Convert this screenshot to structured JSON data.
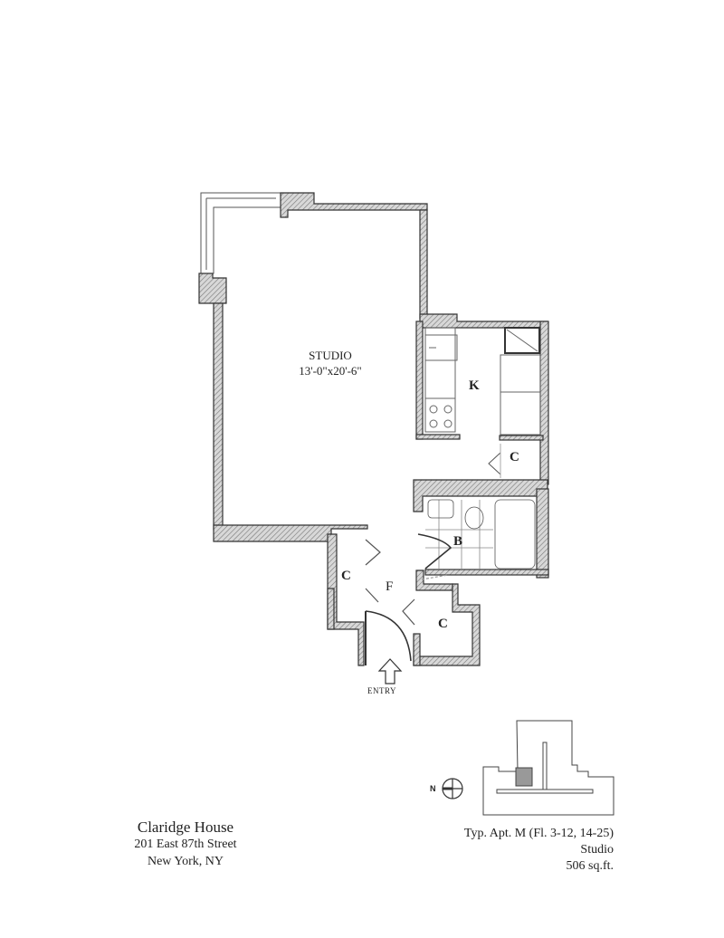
{
  "plan": {
    "rooms": {
      "studio_name": "STUDIO",
      "studio_dims": "13'-0\"x20'-6\"",
      "kitchen": "K",
      "closet_kitchen": "C",
      "bath": "B",
      "closet_foyer_left": "C",
      "foyer": "F",
      "closet_foyer_right": "C"
    },
    "entry_label": "ENTRY",
    "compass_label": "N",
    "wall_color": "#333333",
    "hatch_color": "#888888"
  },
  "building": {
    "name": "Claridge House",
    "address_line1": "201 East 87th Street",
    "address_line2": "New York, NY"
  },
  "apartment": {
    "type": "Typ. Apt. M (Fl. 3-12, 14-25)",
    "layout": "Studio",
    "area": "506 sq.ft."
  }
}
